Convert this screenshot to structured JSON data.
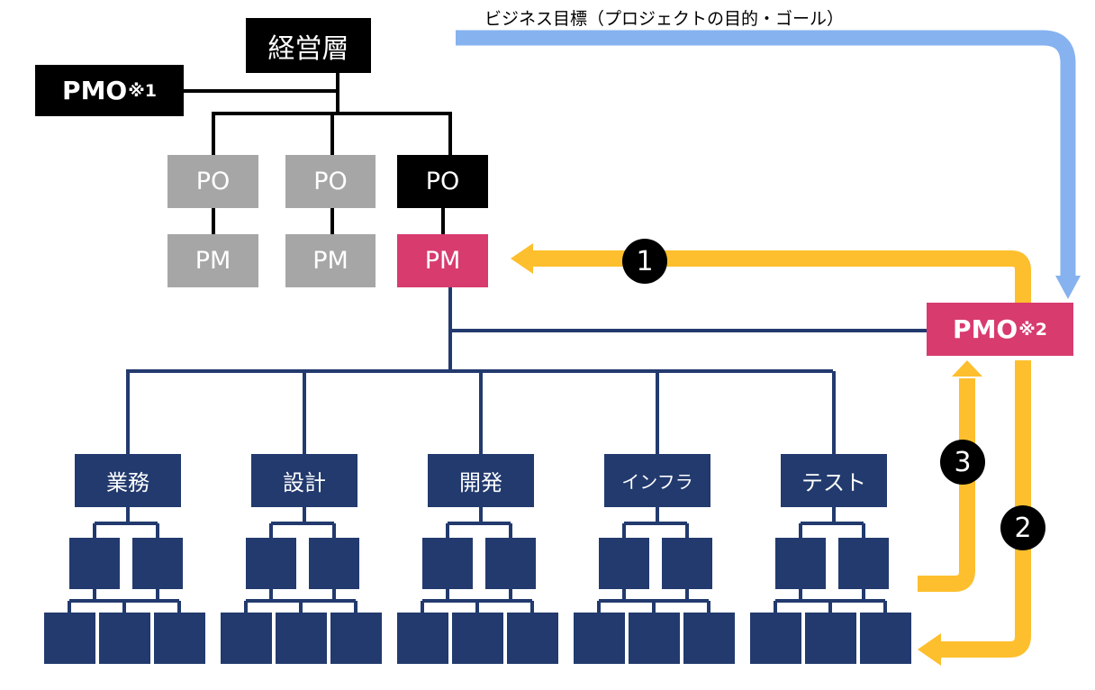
{
  "goal_label": "ビジネス目標（プロジェクトの目的・ゴール）",
  "top": {
    "executive": "経営層",
    "pmo1": {
      "label": "PMO",
      "note": "※1"
    }
  },
  "po_row": [
    "PO",
    "PO",
    "PO"
  ],
  "pm_row": [
    "PM",
    "PM",
    "PM"
  ],
  "pmo2": {
    "label": "PMO",
    "note": "※2"
  },
  "departments": [
    "業務",
    "設計",
    "開発",
    "インフラ",
    "テスト"
  ],
  "steps": [
    "1",
    "2",
    "3"
  ],
  "colors": {
    "black": "#000000",
    "gray": "#a6a6a6",
    "highlight_pink": "#d83b6e",
    "navy": "#223a6e",
    "arrow_orange": "#fdbf2d",
    "arrow_blue": "#86b2f0"
  }
}
